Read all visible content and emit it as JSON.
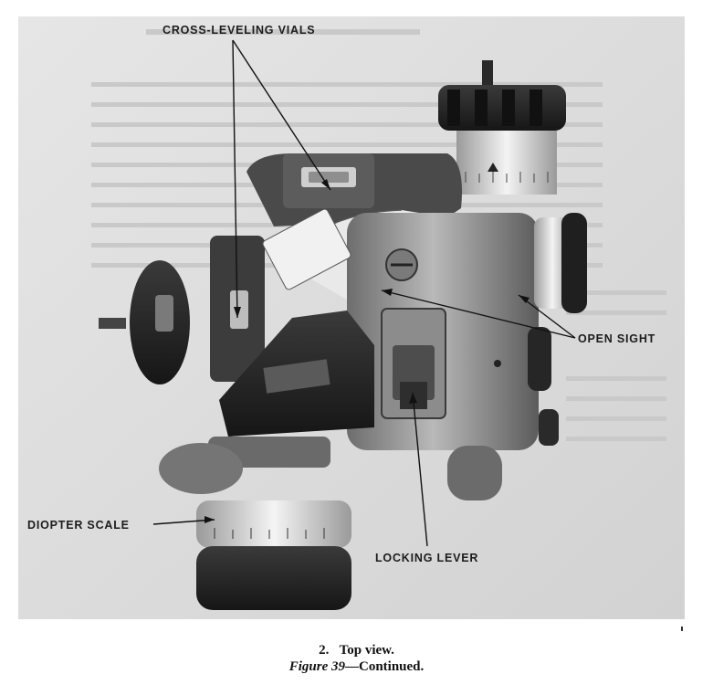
{
  "labels": {
    "cross_leveling_vials": "CROSS-LEVELING VIALS",
    "open_sight": "OPEN SIGHT",
    "diopter_scale": "DIOPTER SCALE",
    "locking_lever": "LOCKING LEVER"
  },
  "caption": {
    "number": "2.",
    "title": "Top view.",
    "figure_word": "Figure 39",
    "continued": "—Continued."
  }
}
